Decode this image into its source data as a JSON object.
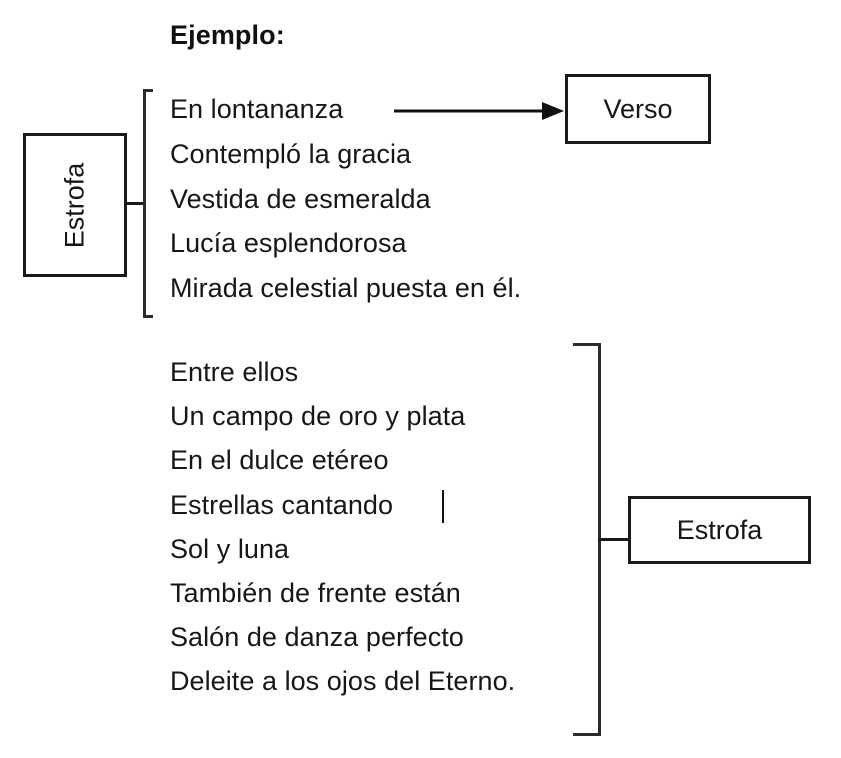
{
  "document": {
    "heading": "Ejemplo:",
    "background_color": "#ffffff",
    "ink_color": "#171717",
    "line_color": "#1a1a1a"
  },
  "nodes": {
    "stanza_one_label": "Estrofa",
    "verse_label": "Verso",
    "stanza_two_label": "Estrofa"
  },
  "stanza_one": {
    "lines": [
      "En lontananza",
      "Contempló la gracia",
      "Vestida de esmeralda",
      "Lucía esplendorosa",
      "Mirada celestial puesta en él."
    ]
  },
  "stanza_two": {
    "lines": [
      "Entre ellos",
      "Un campo de oro y plata",
      "En el dulce etéreo",
      "Estrellas cantando",
      "Sol y luna",
      "También de frente están",
      "Salón de danza perfecto",
      "Deleite a los ojos del Eterno."
    ]
  },
  "annotations": {
    "arrow_from_line": "En lontananza",
    "arrow_to_node": "Verso",
    "caret_after_line": "Estrellas cantando"
  }
}
